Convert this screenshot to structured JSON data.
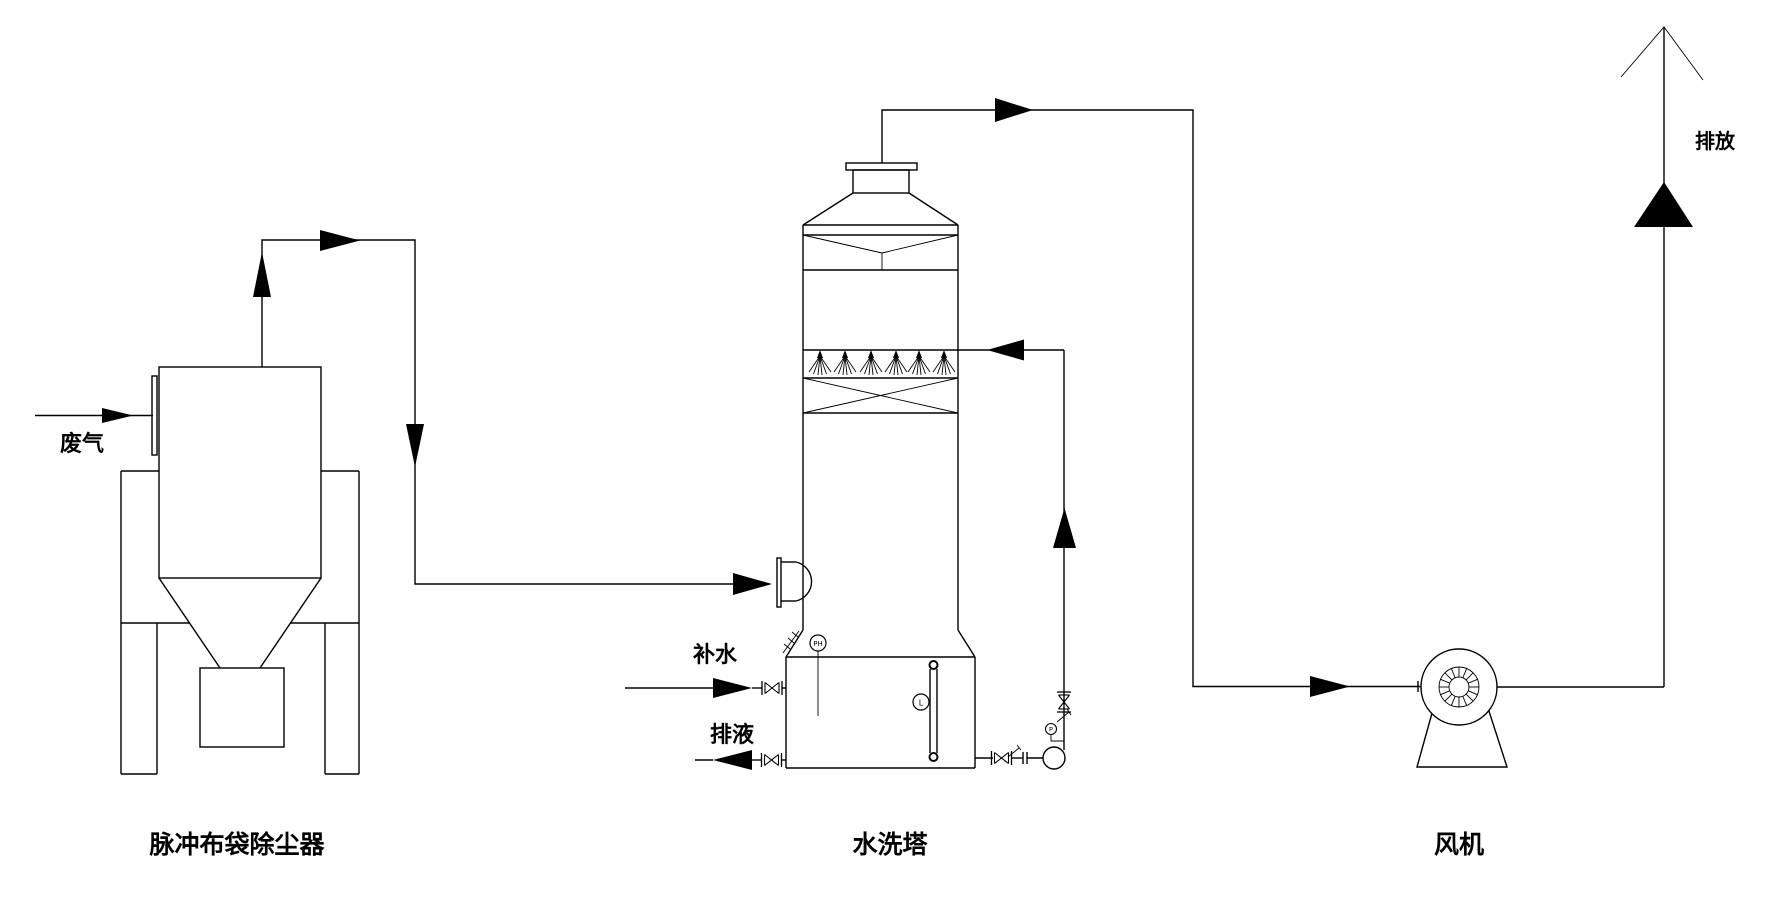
{
  "diagram": {
    "type": "process-flow-diagram",
    "background": "#ffffff",
    "line_color": "#000000",
    "equipment_labels": {
      "dust_collector": "脉冲布袋除尘器",
      "washing_tower": "水洗塔",
      "fan": "风机"
    },
    "stream_labels": {
      "waste_gas": "废气",
      "makeup_water": "补水",
      "drain": "排液",
      "discharge": "排放"
    },
    "instrument_tags": {
      "ph_meter": "PH",
      "level_gauge": "L",
      "pressure_gauge": "P"
    }
  }
}
